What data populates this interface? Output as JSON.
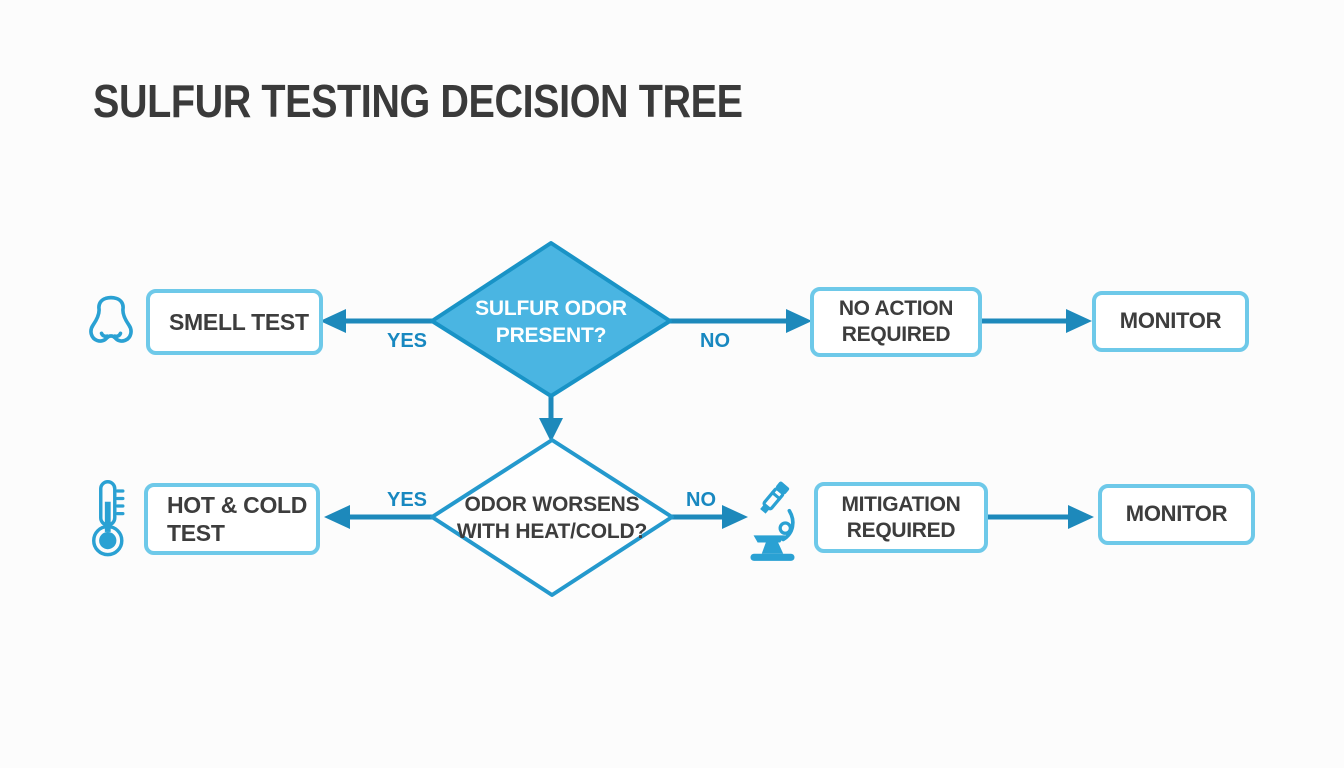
{
  "title": "SULFUR TESTING DECISION TREE",
  "colors": {
    "background": "#fcfcfc",
    "diamond_fill": "#4ab5e2",
    "diamond_border": "#1993c6",
    "box_border": "#6ec9e9",
    "arrow_blue": "#1d89bb",
    "edge_label_blue": "#1888c0",
    "icon_blue": "#2aa1d3",
    "text_dark": "#3d3d3d"
  },
  "nodes": {
    "decision1": "SULFUR ODOR\nPRESENT?",
    "decision2": "ODOR WORSENS\nWITH HEAT/COLD?",
    "smell_test": "SMELL TEST",
    "no_action": "NO ACTION\nREQUIRED",
    "monitor1": "MONITOR",
    "hot_cold": "HOT & COLD\nTEST",
    "mitigation": "MITIGATION\nREQUIRED",
    "monitor2": "MONITOR"
  },
  "edge_labels": {
    "row1_yes": "YES",
    "row1_no": "NO",
    "row2_yes": "YES",
    "row2_no": "NO"
  },
  "icons": {
    "row1_left": "nose-icon",
    "row2_left": "thermometer-icon",
    "row2_right": "microscope-icon"
  }
}
